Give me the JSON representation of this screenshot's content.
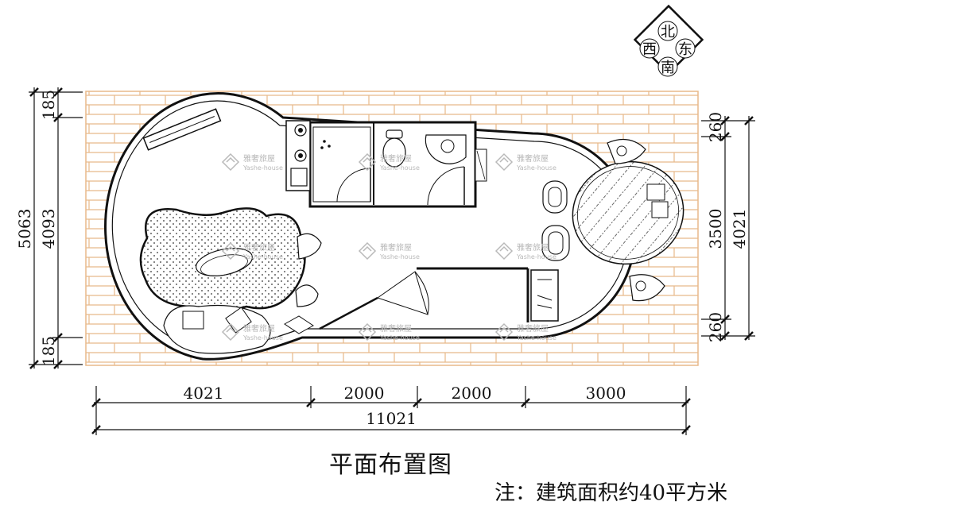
{
  "compass": {
    "north": "北",
    "east": "东",
    "south": "南",
    "west": "西"
  },
  "dimensions": {
    "bottom_segments": [
      "4021",
      "2000",
      "2000",
      "3000"
    ],
    "bottom_total": "11021",
    "left_total": "5063",
    "left_middle": "4093",
    "left_top": "185",
    "left_bottom": "185",
    "right_total": "4021",
    "right_middle": "3500",
    "right_top": "260",
    "right_bottom": "260"
  },
  "watermark": {
    "brand_cn": "雅奢旅屋",
    "brand_en": "Yashe-house"
  },
  "title": "平面布置图",
  "note": "注：建筑面积约40平方米",
  "colors": {
    "brick": "#e8b98a",
    "line": "#111111",
    "watermark": "#b9b9b9"
  }
}
